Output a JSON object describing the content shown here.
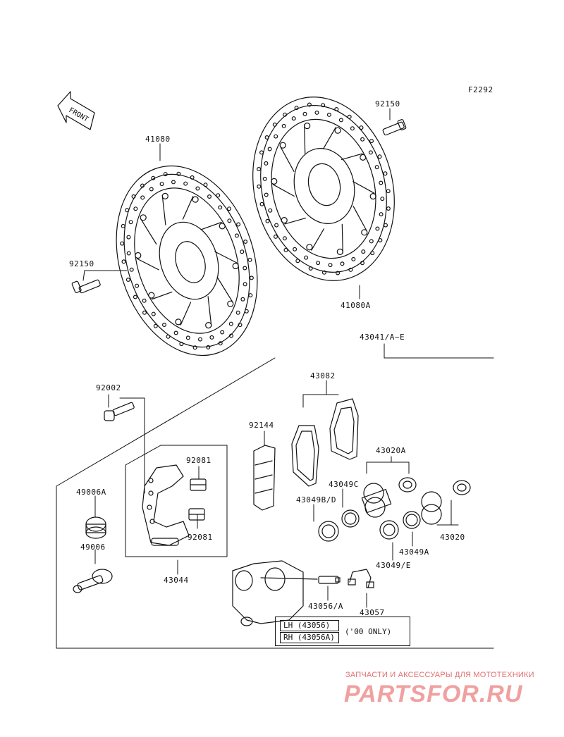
{
  "figure_code": "F2292",
  "front_marker": "FRONT",
  "part_labels": {
    "p41080": "41080",
    "p92150_top": "92150",
    "p92150_left": "92150",
    "p41080a": "41080A",
    "p43041": "43041/A~E",
    "p43082": "43082",
    "p92002": "92002",
    "p92144": "92144",
    "p43020a": "43020A",
    "p92081_top": "92081",
    "p49006a": "49006A",
    "p43049c": "43049C",
    "p43049bd": "43049B/D",
    "p92081_bottom": "92081",
    "p43020": "43020",
    "p49006": "49006",
    "p43049a": "43049A",
    "p43049e": "43049/E",
    "p43044": "43044",
    "p43056a": "43056/A",
    "p43057": "43057"
  },
  "legend": {
    "lh": "LH (43056)",
    "rh": "RH (43056A)",
    "note": "('00 ONLY)"
  },
  "watermark": {
    "tagline": "ЗАПЧАСТИ И АКСЕССУАРЫ ДЛЯ МОТОТЕХНИКИ",
    "logo": "PARTSFOR.RU"
  },
  "colors": {
    "ink": "#111111",
    "watermark": "#f0a0a0"
  }
}
